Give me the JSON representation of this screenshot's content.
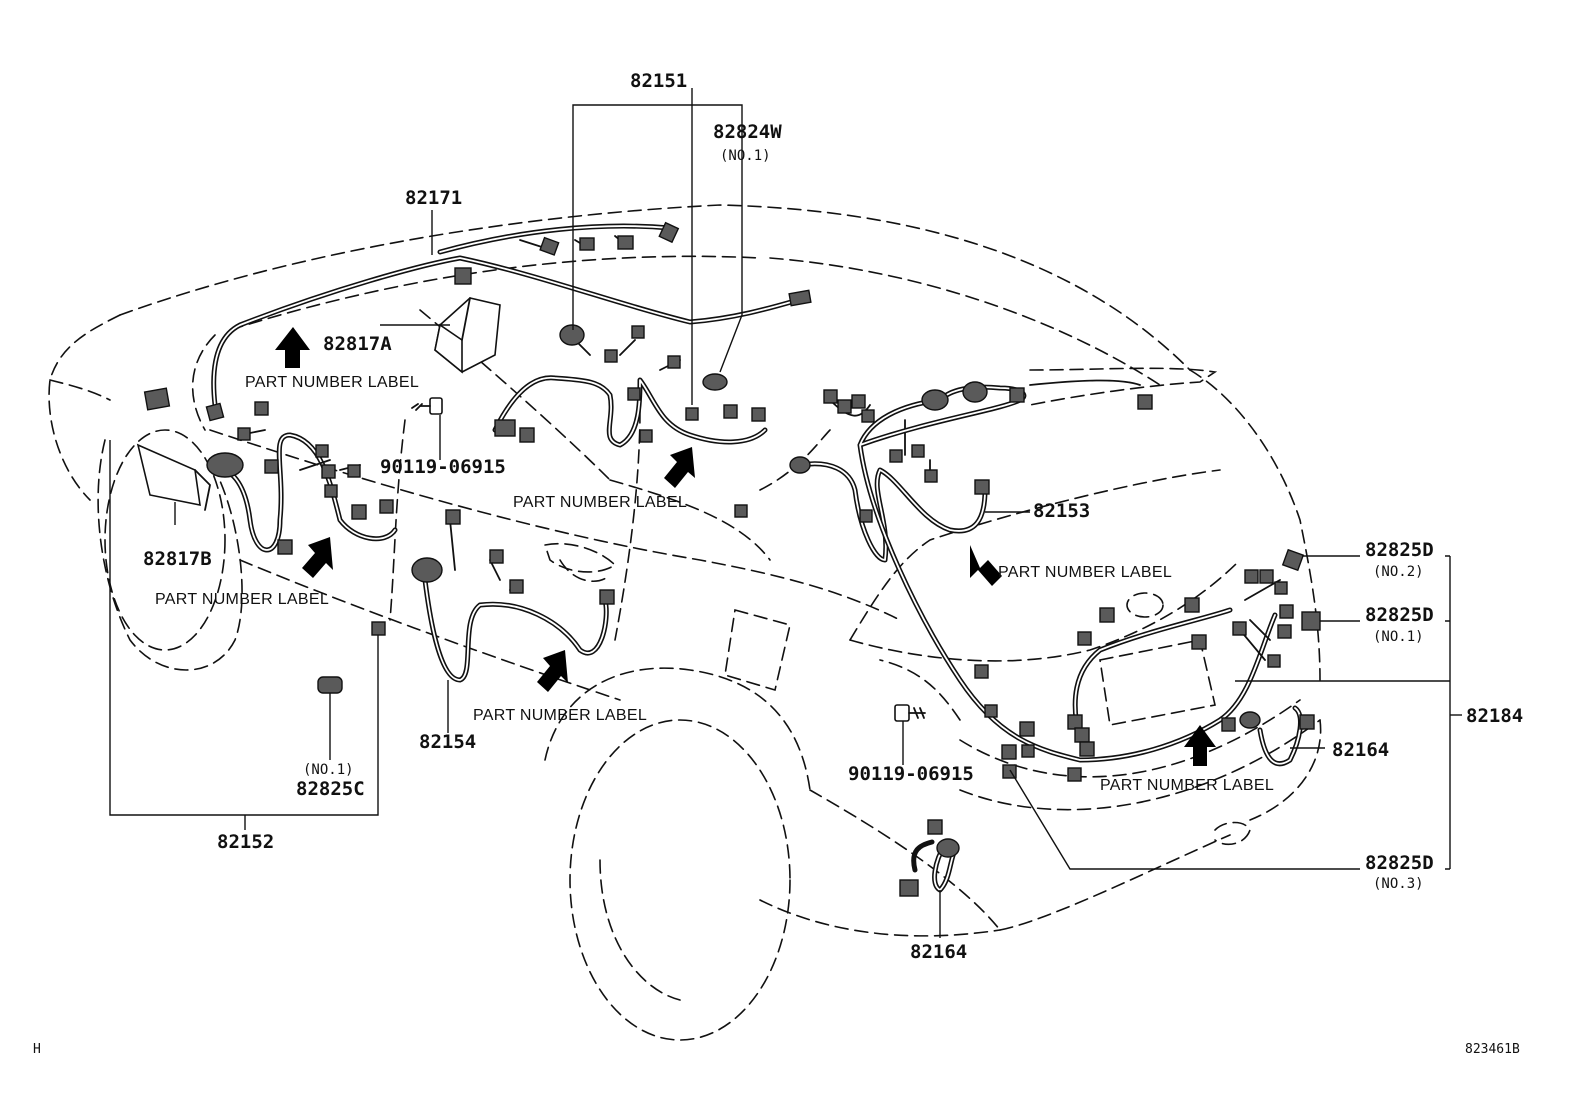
{
  "diagram": {
    "parts": {
      "p82151": "82151",
      "p82824w": "82824W",
      "p82824w_no": "(NO.1)",
      "p82171": "82171",
      "p82817a": "82817A",
      "p82817b": "82817B",
      "p90119_top": "90119-06915",
      "p90119_bottom": "90119-06915",
      "p82153": "82153",
      "p82825d_no2": "82825D",
      "p82825d_no2_sub": "(NO.2)",
      "p82825d_no1": "82825D",
      "p82825d_no1_sub": "(NO.1)",
      "p82184": "82184",
      "p82164_right": "82164",
      "p82825d_no3": "82825D",
      "p82825d_no3_sub": "(NO.3)",
      "p82164_bottom": "82164",
      "p82154": "82154",
      "p82825c_sub": "(NO.1)",
      "p82825c": "82825C",
      "p82152": "82152"
    },
    "labels": {
      "pnl_top_left": "PART NUMBER LABEL",
      "pnl_center": "PART NUMBER LABEL",
      "pnl_left": "PART NUMBER LABEL",
      "pnl_right_upper": "PART NUMBER LABEL",
      "pnl_middle": "PART NUMBER LABEL",
      "pnl_right_lower": "PART NUMBER LABEL"
    },
    "footer": {
      "page_marker": "H",
      "figure_id": "823461B"
    }
  }
}
